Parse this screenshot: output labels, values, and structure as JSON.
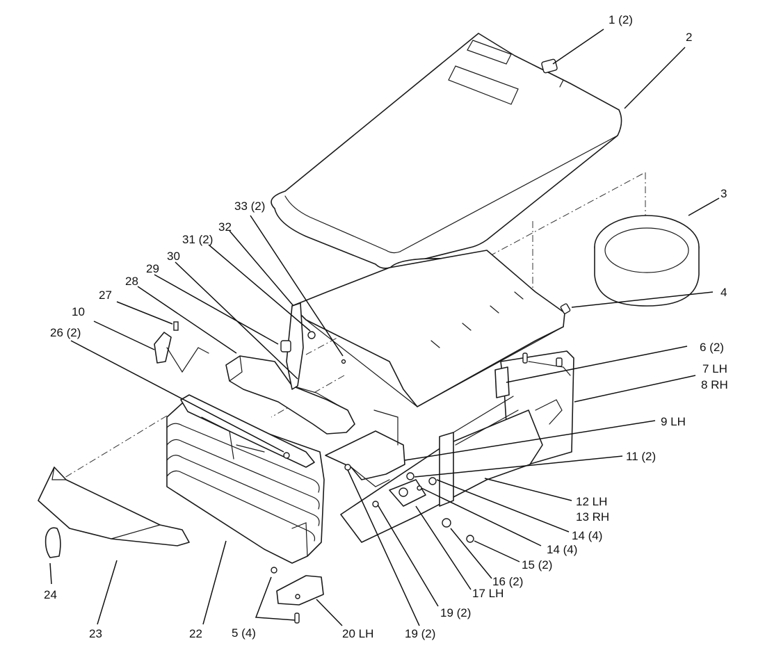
{
  "callouts": [
    {
      "id": "c1",
      "label": "1 (2)"
    },
    {
      "id": "c2",
      "label": "2"
    },
    {
      "id": "c3",
      "label": "3"
    },
    {
      "id": "c4",
      "label": "4"
    },
    {
      "id": "c5",
      "label": "5 (4)"
    },
    {
      "id": "c6",
      "label": "6 (2)"
    },
    {
      "id": "c7",
      "label": "7 LH"
    },
    {
      "id": "c8",
      "label": "8 RH"
    },
    {
      "id": "c9",
      "label": "9 LH"
    },
    {
      "id": "c10",
      "label": "10"
    },
    {
      "id": "c11",
      "label": "11 (2)"
    },
    {
      "id": "c12",
      "label": "12 LH"
    },
    {
      "id": "c13",
      "label": "13 RH"
    },
    {
      "id": "c14a",
      "label": "14 (4)"
    },
    {
      "id": "c14b",
      "label": "14 (4)"
    },
    {
      "id": "c15",
      "label": "15 (2)"
    },
    {
      "id": "c16",
      "label": "16 (2)"
    },
    {
      "id": "c17",
      "label": "17 LH"
    },
    {
      "id": "c19a",
      "label": "19 (2)"
    },
    {
      "id": "c19b",
      "label": "19 (2)"
    },
    {
      "id": "c20",
      "label": "20 LH"
    },
    {
      "id": "c22",
      "label": "22"
    },
    {
      "id": "c23",
      "label": "23"
    },
    {
      "id": "c24",
      "label": "24"
    },
    {
      "id": "c26",
      "label": "26 (2)"
    },
    {
      "id": "c27",
      "label": "27"
    },
    {
      "id": "c28",
      "label": "28"
    },
    {
      "id": "c29",
      "label": "29"
    },
    {
      "id": "c30",
      "label": "30"
    },
    {
      "id": "c31",
      "label": "31 (2)"
    },
    {
      "id": "c32",
      "label": "32"
    },
    {
      "id": "c33",
      "label": "33 (2)"
    }
  ]
}
